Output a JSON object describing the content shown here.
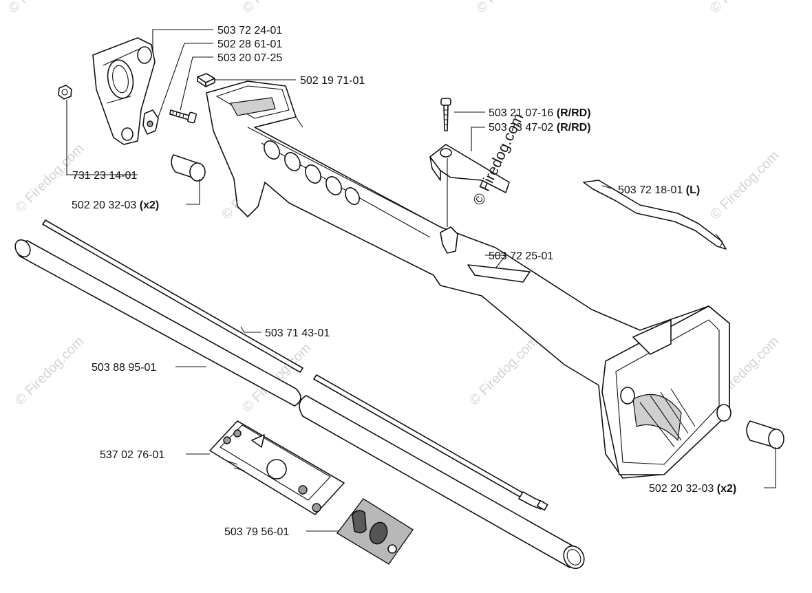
{
  "watermark": {
    "repeat_text": "© Firedog.com",
    "main_text": "© Firedog.com"
  },
  "callouts": [
    {
      "id": "c1",
      "number": "503 72 24-01",
      "suffix": ""
    },
    {
      "id": "c2",
      "number": "502 28 61-01",
      "suffix": ""
    },
    {
      "id": "c3",
      "number": "503 20 07-25",
      "suffix": ""
    },
    {
      "id": "c4",
      "number": "502 19 71-01",
      "suffix": ""
    },
    {
      "id": "c5",
      "number": "503 21 07-16",
      "suffix": "(R/RD)"
    },
    {
      "id": "c6",
      "number": "503 73 47-02",
      "suffix": "(R/RD)"
    },
    {
      "id": "c7",
      "number": "503 72 18-01",
      "suffix": "(L)"
    },
    {
      "id": "c8",
      "number": "731 23 14-01",
      "suffix": ""
    },
    {
      "id": "c9",
      "number": "502 20 32-03",
      "suffix": "(x2)"
    },
    {
      "id": "c10",
      "number": "503 72 25-01",
      "suffix": ""
    },
    {
      "id": "c11",
      "number": "503 71 43-01",
      "suffix": ""
    },
    {
      "id": "c12",
      "number": "503 88 95-01",
      "suffix": ""
    },
    {
      "id": "c13",
      "number": "537 02 76-01",
      "suffix": ""
    },
    {
      "id": "c14",
      "number": "503 79 56-01",
      "suffix": ""
    },
    {
      "id": "c15",
      "number": "502 20 32-03",
      "suffix": "(x2)"
    }
  ]
}
